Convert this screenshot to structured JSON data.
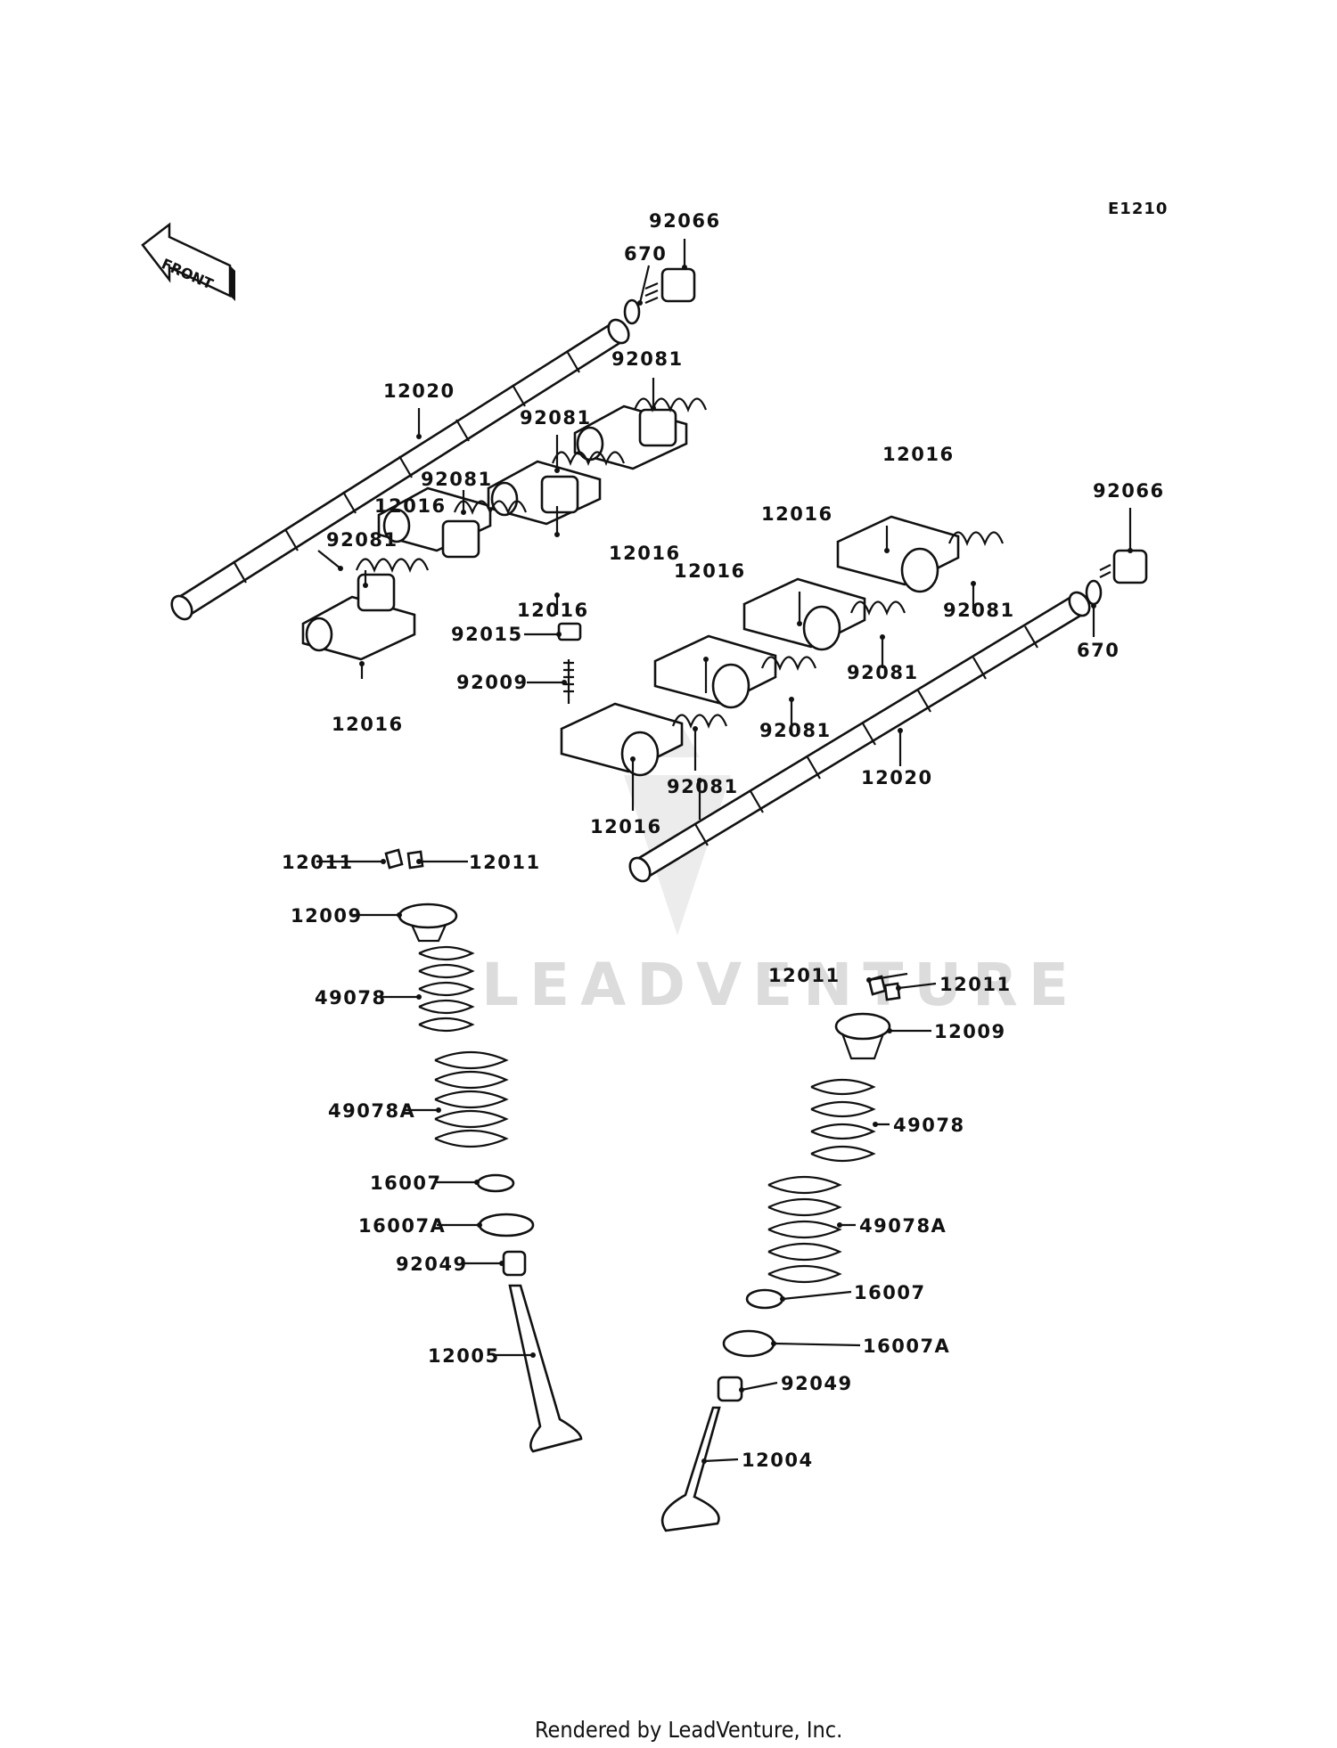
{
  "diagram": {
    "code": "E1210",
    "front_label": "FRONT",
    "watermark": "LEADVENTURE",
    "footer": "Rendered by LeadVenture, Inc.",
    "labels": {
      "p92066_top": "92066",
      "p670_top": "670",
      "p12020_top": "12020",
      "p92081_a": "92081",
      "p92081_b": "92081",
      "p92081_c": "92081",
      "p92081_d": "92081",
      "p12016_a": "12016",
      "p12016_b": "12016",
      "p12016_c": "12016",
      "p12016_d": "12016",
      "p92015": "92015",
      "p92009": "92009",
      "p12016_r1": "12016",
      "p12016_r2": "12016",
      "p12016_r3": "12016",
      "p12016_r4": "12016",
      "p92066_right": "92066",
      "p92081_r1": "92081",
      "p92081_r2": "92081",
      "p92081_r3": "92081",
      "p92081_r4": "92081",
      "p670_right": "670",
      "p12020_right": "12020",
      "p12011_l1": "12011",
      "p12011_l2": "12011",
      "p12009_l": "12009",
      "p49078_l": "49078",
      "p49078A_l": "49078A",
      "p16007_l": "16007",
      "p16007A_l": "16007A",
      "p92049_l": "92049",
      "p12005": "12005",
      "p12011_r1": "12011",
      "p12011_r2": "12011",
      "p12009_r": "12009",
      "p49078_r": "49078",
      "p49078A_r": "49078A",
      "p16007_r": "16007",
      "p16007A_r": "16007A",
      "p92049_r": "92049",
      "p12004": "12004"
    }
  }
}
